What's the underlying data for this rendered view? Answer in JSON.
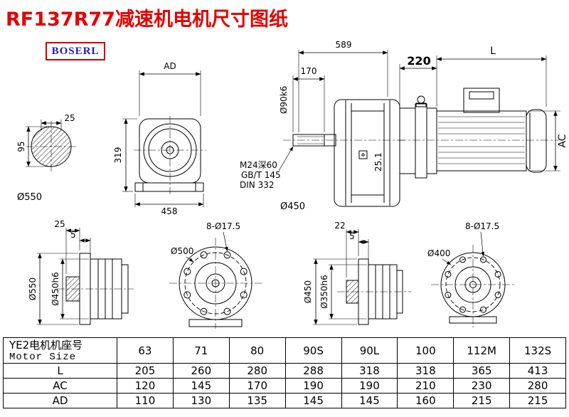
{
  "title": "RF137R77减速机电机尺寸图纸",
  "logo": {
    "text": "BOSERL"
  },
  "drawing_labels": {
    "shaft_section": {
      "key_width": "25",
      "height": "95",
      "flange_dia": "Ø550"
    },
    "gearbox_front": {
      "width_top": "AD",
      "height": "319",
      "width_bottom": "458"
    },
    "reducer_side": {
      "overall": "589",
      "shaft_length": "170",
      "shaft_dia": "Ø90k6",
      "tapped_hole": "M24深60",
      "standard1": "GB/T 145",
      "standard2": "DIN 332",
      "key_height": "25.1",
      "flange_dia": "Ø450"
    },
    "motor_side": {
      "adapter_length": "220",
      "motor_length": "L",
      "motor_dia": "AC"
    },
    "flange_left_side": {
      "shaft_ext": "25",
      "gap": "5",
      "outer_dia": "Ø550",
      "spigot_dia": "Ø450h6"
    },
    "flange_left_front": {
      "bolt_holes": "8-Ø17.5",
      "bolt_circle_dia": "Ø500"
    },
    "flange_right_side": {
      "shaft_ext": "22",
      "gap": "5",
      "outer_dia": "Ø450",
      "spigot_dia": "Ø350h6"
    },
    "flange_right_front": {
      "bolt_holes": "8-Ø17.5",
      "bolt_circle_dia": "Ø400"
    }
  },
  "table": {
    "header_cn": "YE2电机机座号",
    "header_en": "Motor Size",
    "col_headers": [
      "63",
      "71",
      "80",
      "90S",
      "90L",
      "100",
      "112M",
      "132S"
    ],
    "rows": [
      {
        "label": "L",
        "values": [
          "205",
          "260",
          "280",
          "288",
          "318",
          "318",
          "365",
          "413"
        ]
      },
      {
        "label": "AC",
        "values": [
          "120",
          "145",
          "170",
          "190",
          "190",
          "210",
          "230",
          "280"
        ]
      },
      {
        "label": "AD",
        "values": [
          "110",
          "130",
          "135",
          "145",
          "145",
          "160",
          "215",
          "215"
        ]
      }
    ]
  },
  "colors": {
    "title": "#e60000",
    "logo_text": "#1a1acd",
    "logo_border": "#cc0000",
    "line": "#000000",
    "background": "#ffffff"
  }
}
